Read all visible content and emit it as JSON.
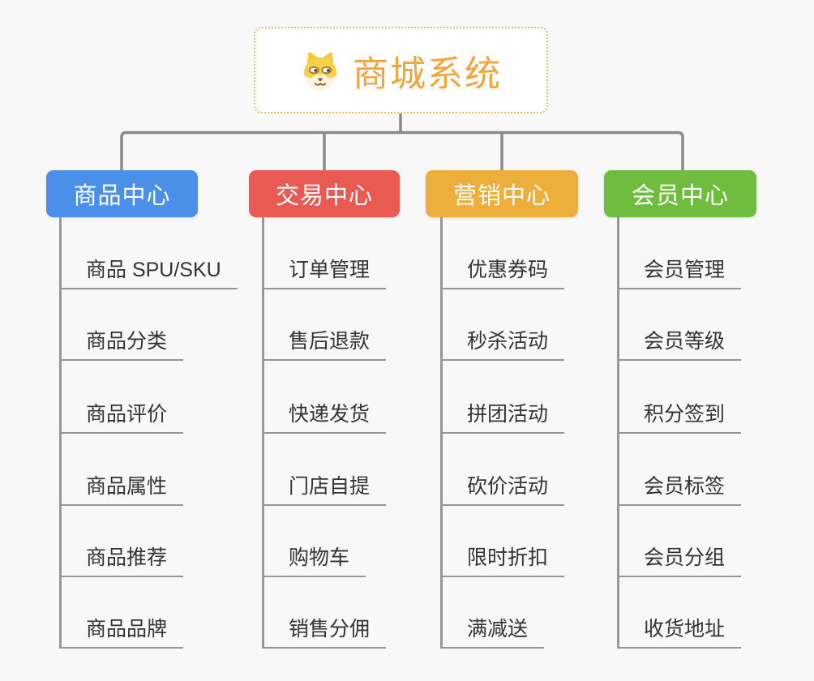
{
  "page": {
    "background_color": "#f8f8f8",
    "connector_color": "#8a8a8a",
    "underline_color": "#969696"
  },
  "root": {
    "title": "商城系统",
    "icon": "dog-face-icon",
    "text_color": "#f1a63c",
    "border_color": "#f2bc71",
    "background_color": "#ffffff"
  },
  "branches": [
    {
      "label": "商品中心",
      "color": "#4a90e8",
      "items": [
        "商品 SPU/SKU",
        "商品分类",
        "商品评价",
        "商品属性",
        "商品推荐",
        "商品品牌"
      ]
    },
    {
      "label": "交易中心",
      "color": "#e85a52",
      "items": [
        "订单管理",
        "售后退款",
        "快递发货",
        "门店自提",
        "购物车",
        "销售分佣"
      ]
    },
    {
      "label": "营销中心",
      "color": "#ecaf3c",
      "items": [
        "优惠券码",
        "秒杀活动",
        "拼团活动",
        "砍价活动",
        "限时折扣",
        "满减送"
      ]
    },
    {
      "label": "会员中心",
      "color": "#6fbc3f",
      "items": [
        "会员管理",
        "会员等级",
        "积分签到",
        "会员标签",
        "会员分组",
        "收货地址"
      ]
    }
  ]
}
